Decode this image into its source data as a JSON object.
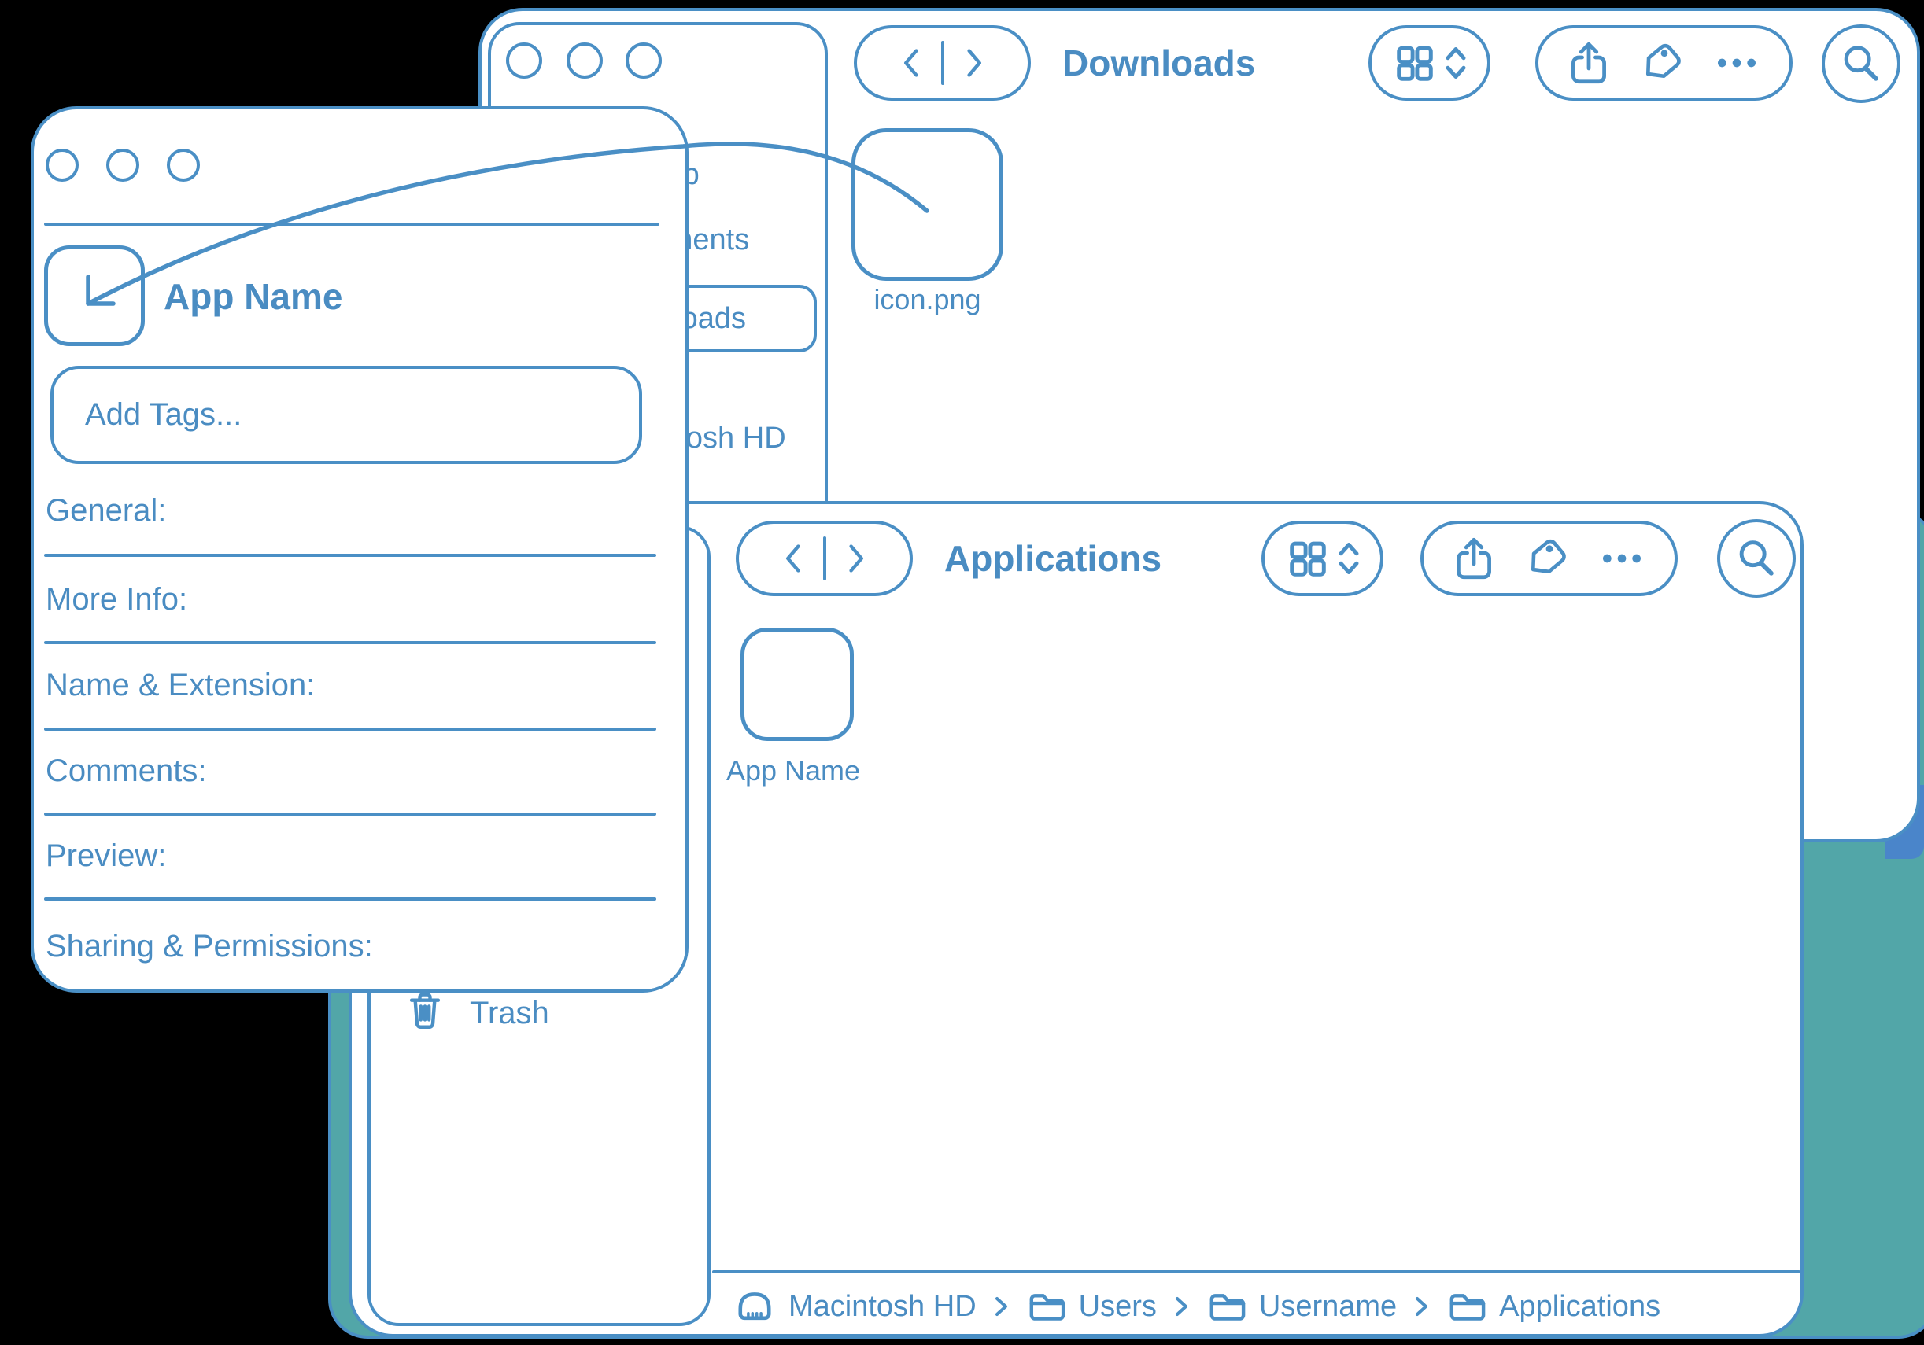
{
  "colors": {
    "line_blue": "#4a8fc5",
    "text_blue": "#4a8cc2",
    "teal_backdrop": "#52a6a8",
    "corner_shadow_blue": "#4a85ca",
    "window_background": "#ffffff",
    "canvas_background": "#000000"
  },
  "downloads_window": {
    "title": "Downloads",
    "sidebar": {
      "items": [
        {
          "label": "AirDrop"
        },
        {
          "label": "Documents"
        },
        {
          "label": "Downloads",
          "selected": true
        },
        {
          "label": "Macintosh HD"
        }
      ]
    },
    "file": {
      "name": "icon.png"
    }
  },
  "applications_window": {
    "title": "Applications",
    "sidebar": {
      "trash_label": "Trash"
    },
    "file": {
      "name": "App Name"
    },
    "path_bar": [
      {
        "label": "Macintosh HD",
        "icon": "disk-icon"
      },
      {
        "label": "Users",
        "icon": "folder-icon"
      },
      {
        "label": "Username",
        "icon": "folder-icon"
      },
      {
        "label": "Applications",
        "icon": "folder-icon"
      }
    ]
  },
  "info_window": {
    "title": "App Name",
    "tags_placeholder": "Add Tags...",
    "sections": [
      {
        "label": "General:"
      },
      {
        "label": "More Info:"
      },
      {
        "label": "Name & Extension:"
      },
      {
        "label": "Comments:"
      },
      {
        "label": "Preview:"
      },
      {
        "label": "Sharing & Permissions:"
      }
    ]
  },
  "icons": [
    "traffic-light-icon",
    "back-chevron-icon",
    "forward-chevron-icon",
    "grid-view-icon",
    "view-arrows-icon",
    "share-icon",
    "tag-icon",
    "ellipsis-icon",
    "search-icon",
    "trash-icon",
    "disk-icon",
    "folder-icon",
    "chevron-right-icon",
    "drag-arrow"
  ]
}
